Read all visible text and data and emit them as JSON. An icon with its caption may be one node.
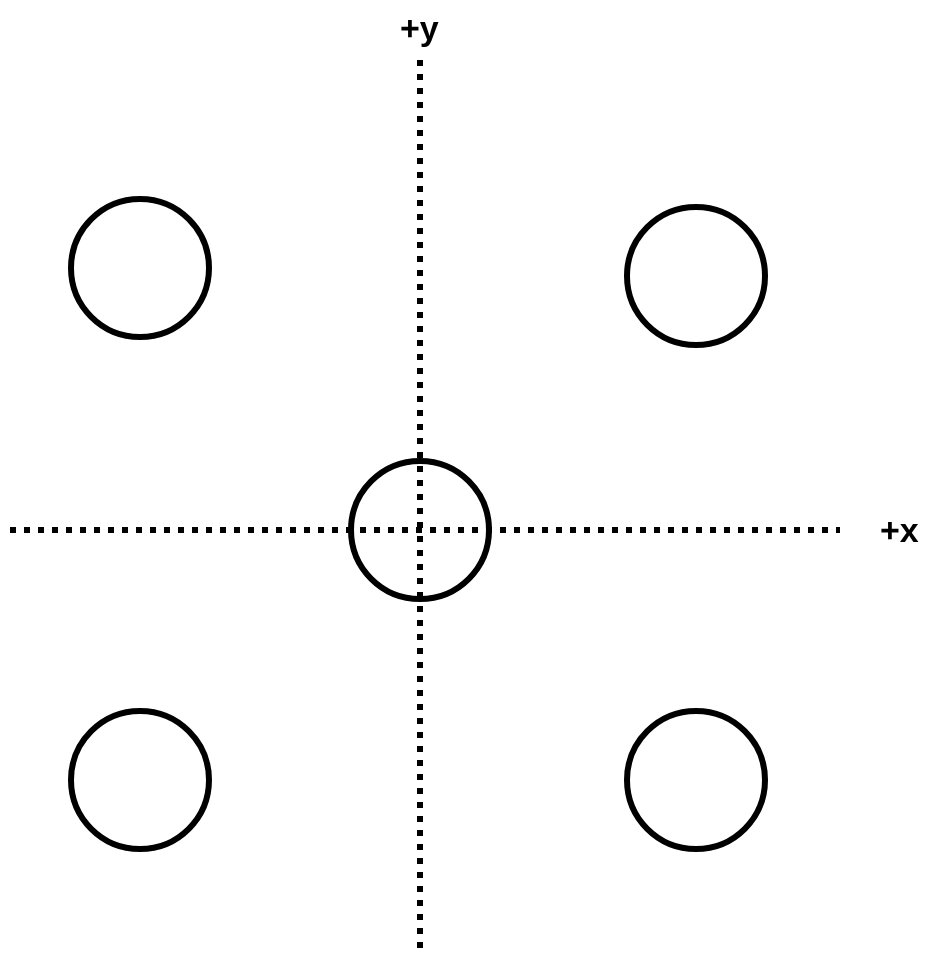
{
  "diagram": {
    "nodes": [
      {
        "text": [],
        "shape": "circle"
      },
      {
        "text": [],
        "shape": "circle"
      },
      {
        "text": [],
        "shape": "circle"
      },
      {
        "text": [],
        "shape": "circle"
      },
      {
        "text": [],
        "shape": "circle"
      }
    ],
    "labels": [
      "+y",
      "+x"
    ]
  }
}
